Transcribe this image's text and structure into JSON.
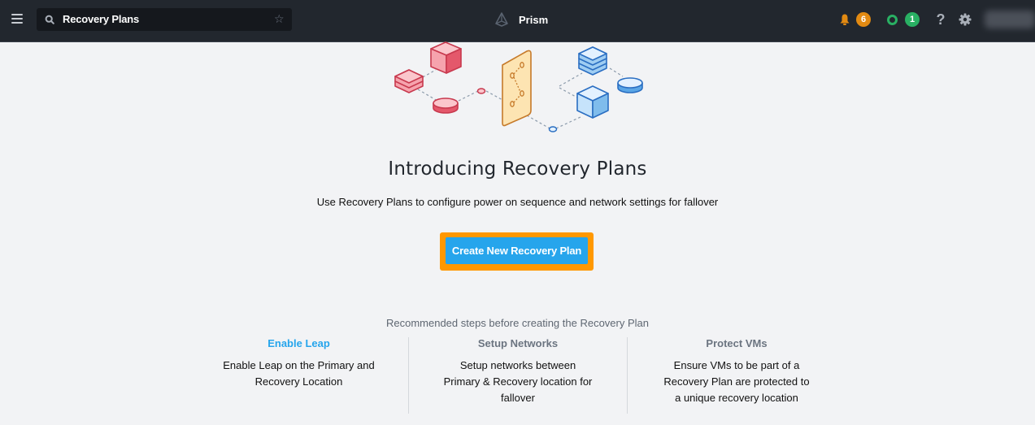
{
  "header": {
    "menu_icon": "hamburger-icon",
    "search": {
      "value": "Recovery Plans",
      "icon": "search-icon",
      "favorite_icon": "star-icon",
      "favorite_glyph": "☆"
    },
    "brand": {
      "logo_icon": "prism-logo-icon",
      "name": "Prism"
    },
    "alerts": {
      "icon": "bell-icon",
      "count": "6",
      "color": "#e28a12"
    },
    "tasks": {
      "icon": "ring-icon",
      "count": "1",
      "color": "#29b063"
    },
    "help_glyph": "?",
    "settings_icon": "gear-icon",
    "user": {
      "blurred": true
    }
  },
  "main": {
    "title": "Introducing Recovery Plans",
    "subtitle": "Use Recovery Plans to configure power on sequence and network settings for fallover",
    "cta": {
      "label": "Create New Recovery Plan",
      "color": "#26a5ec",
      "highlight_color": "#ff9800"
    },
    "steps_heading": "Recommended steps before creating the Recovery Plan",
    "steps": [
      {
        "title": "Enable Leap",
        "link": true,
        "description": "Enable Leap on the Primary and Recovery Location"
      },
      {
        "title": "Setup Networks",
        "link": false,
        "description": "Setup networks between Primary & Recovery location for fallover"
      },
      {
        "title": "Protect VMs",
        "link": false,
        "description": "Ensure VMs to be part of a Recovery Plan are protected to a unique recovery location"
      }
    ]
  }
}
